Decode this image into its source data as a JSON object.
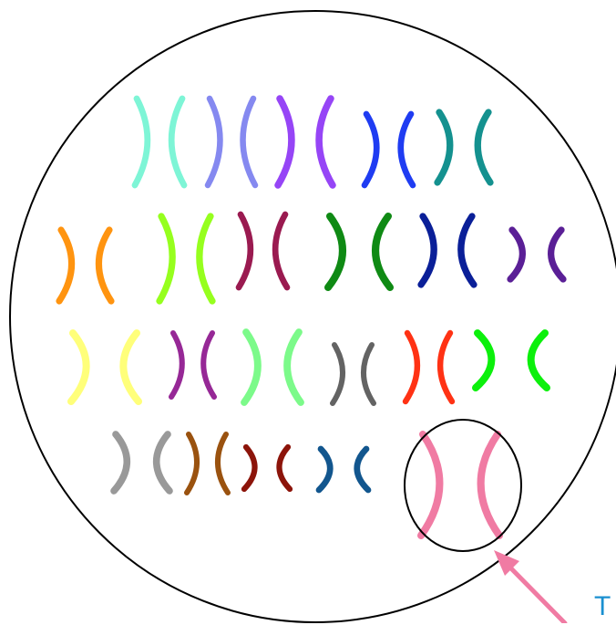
{
  "diagram": {
    "outline_color": "#000000",
    "highlight_color": "#f07ba3",
    "callout_label": "T",
    "callout_color": "#1a8fd0",
    "chromosomes": [
      {
        "id": "c01",
        "color": "#7ef5d6"
      },
      {
        "id": "c02",
        "color": "#8589f0"
      },
      {
        "id": "c03",
        "color": "#9645f6"
      },
      {
        "id": "c04",
        "color": "#1f3cf2"
      },
      {
        "id": "c05",
        "color": "#14918f"
      },
      {
        "id": "c06",
        "color": "#ff9410"
      },
      {
        "id": "c07",
        "color": "#96ff1e"
      },
      {
        "id": "c08",
        "color": "#9a1a50"
      },
      {
        "id": "c09",
        "color": "#0f8a14"
      },
      {
        "id": "c10",
        "color": "#0a1f98"
      },
      {
        "id": "c11",
        "color": "#5a1f96"
      },
      {
        "id": "c12",
        "color": "#ffff7a"
      },
      {
        "id": "c13",
        "color": "#962896"
      },
      {
        "id": "c14",
        "color": "#7cfa8a"
      },
      {
        "id": "c15",
        "color": "#636363"
      },
      {
        "id": "c16",
        "color": "#ff3214"
      },
      {
        "id": "c17",
        "color": "#0cf00c"
      },
      {
        "id": "c18",
        "color": "#999999"
      },
      {
        "id": "c19",
        "color": "#9a520f"
      },
      {
        "id": "c20",
        "color": "#8c140a"
      },
      {
        "id": "c21",
        "color": "#12568e"
      },
      {
        "id": "c22",
        "color": "#f07ba3"
      }
    ]
  }
}
